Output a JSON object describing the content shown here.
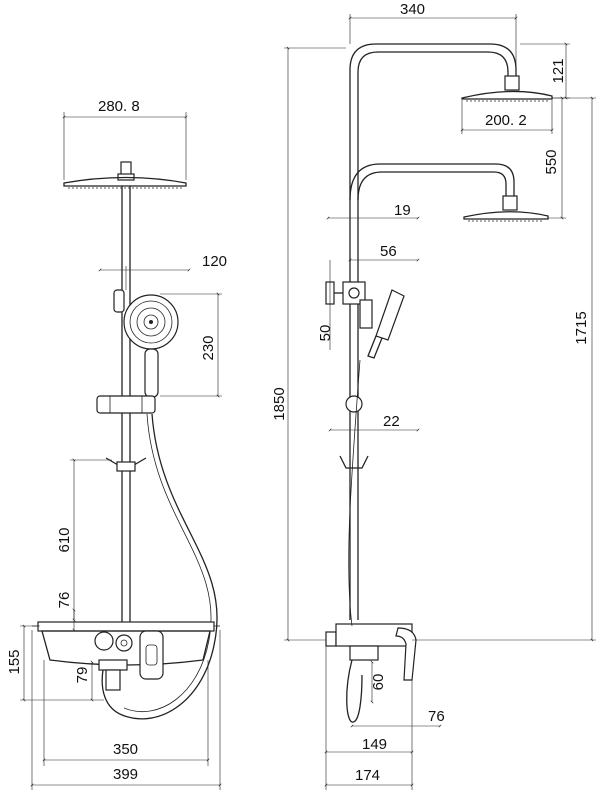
{
  "drawing": {
    "front_view": {
      "dims": {
        "head_diameter": "280. 8",
        "handheld_offset": "120",
        "handheld_height": "230",
        "bracket_height": "610",
        "shelf_offset": "76",
        "base_height": "155",
        "outlet_offset": "79",
        "inner_width": "350",
        "total_width": "399"
      }
    },
    "side_view": {
      "dims": {
        "arm_reach": "340",
        "top_drop": "121",
        "head_width": "200. 2",
        "head_spacing": "550",
        "pipe_offset": "19",
        "valve_offset": "56",
        "valve_height": "50",
        "total_height": "1850",
        "head_height": "1715",
        "slider_offset": "22",
        "spout_drop": "60",
        "spout_tail": "76",
        "mixer_depth": "149",
        "total_depth": "174"
      }
    }
  }
}
